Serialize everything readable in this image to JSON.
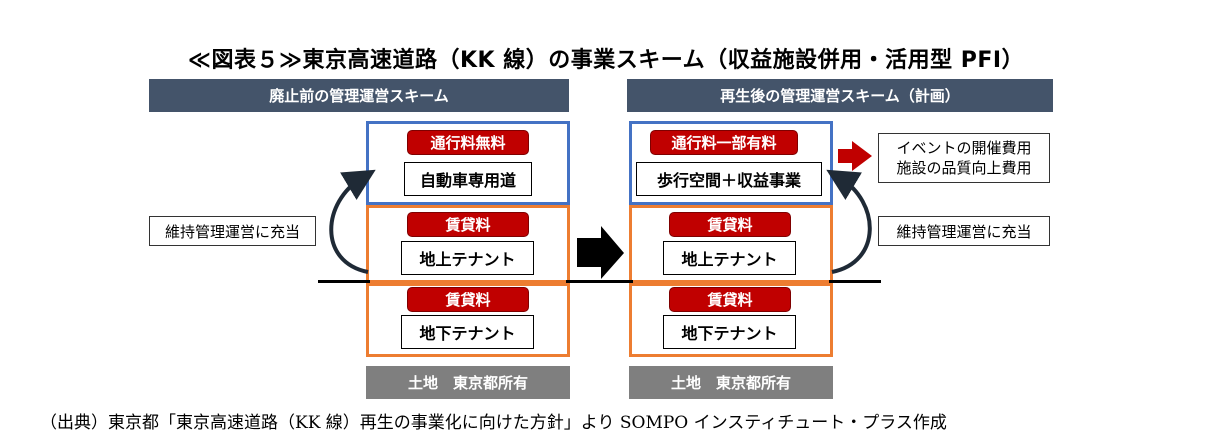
{
  "title": "≪図表５≫東京高速道路（KK 線）の事業スキーム（収益施設併用・活用型 PFI）",
  "left": {
    "header": "廃止前の管理運営スキーム",
    "top_badge": "通行料無料",
    "top_label": "自動車専用道",
    "mid_badge": "賃貸料",
    "mid_label": "地上テナント",
    "bot_badge": "賃貸料",
    "bot_label": "地下テナント",
    "land": "土地　東京都所有",
    "side_note": "維持管理運営に充当"
  },
  "right": {
    "header": "再生後の管理運営スキーム（計画）",
    "top_badge": "通行料一部有料",
    "top_label": "歩行空間＋収益事業",
    "mid_badge": "賃貸料",
    "mid_label": "地上テナント",
    "bot_badge": "賃貸料",
    "bot_label": "地下テナント",
    "land": "土地　東京都所有",
    "side_note": "維持管理運営に充当",
    "cost_line1": "イベントの開催費用",
    "cost_line2": "施設の品質向上費用"
  },
  "source": "（出典）東京都「東京高速道路（KK 線）再生の事業化に向けた方針」より SOMPO インスティチュート・プラス作成",
  "colors": {
    "header": "#44546a",
    "blue": "#4472c4",
    "orange": "#ed7d31",
    "red": "#c00000",
    "land": "#7f7f7f"
  }
}
